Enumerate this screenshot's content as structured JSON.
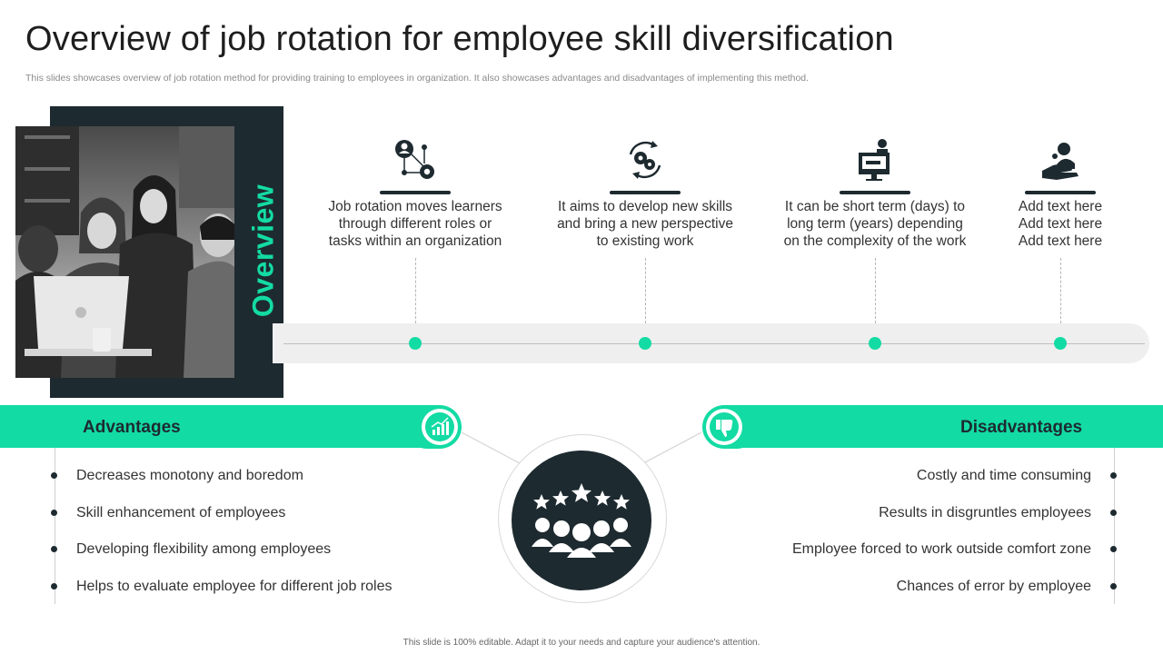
{
  "header": {
    "title": "Overview of job rotation  for employee  skill diversification",
    "subtitle": "This slides showcases overview of job rotation method for providing training to employees in organization. It also showcases advantages and disadvantages of implementing this method."
  },
  "overview": {
    "label": "Overview"
  },
  "timeline": {
    "items": [
      {
        "icon": "user-network-gear-icon",
        "lines": [
          "Job rotation moves learners",
          "through different roles or",
          "tasks within an organization"
        ]
      },
      {
        "icon": "gears-cycle-icon",
        "lines": [
          "It aims to develop new skills",
          "and bring a new perspective",
          "to existing work"
        ]
      },
      {
        "icon": "presenter-screen-icon",
        "lines": [
          "It can be short term (days) to",
          "long term (years) depending",
          "on the complexity  of the work"
        ]
      },
      {
        "icon": "hand-user-icon",
        "lines": [
          "Add text here",
          "Add text here",
          "Add text here"
        ]
      }
    ]
  },
  "advantages": {
    "title": "Advantages",
    "icon": "bar-chart-growth-icon",
    "items": [
      "Decreases monotony  and boredom",
      "Skill enhancement  of employees",
      "Developing flexibility among employees",
      "Helps to evaluate  employee for different job roles"
    ]
  },
  "disadvantages": {
    "title": "Disadvantages",
    "icon": "thumbs-down-icon",
    "items": [
      "Costly and time consuming",
      "Results  in disgruntles  employees",
      "Employee forced to work outside comfort zone",
      "Chances of error by employee"
    ]
  },
  "center": {
    "icon": "team-rating-stars-icon"
  },
  "footer": {
    "note": "This slide is 100% editable.  Adapt it to your needs and capture your audience's attention."
  },
  "colors": {
    "accent": "#13dba4",
    "dark": "#1d2a30",
    "track": "#efefef"
  }
}
